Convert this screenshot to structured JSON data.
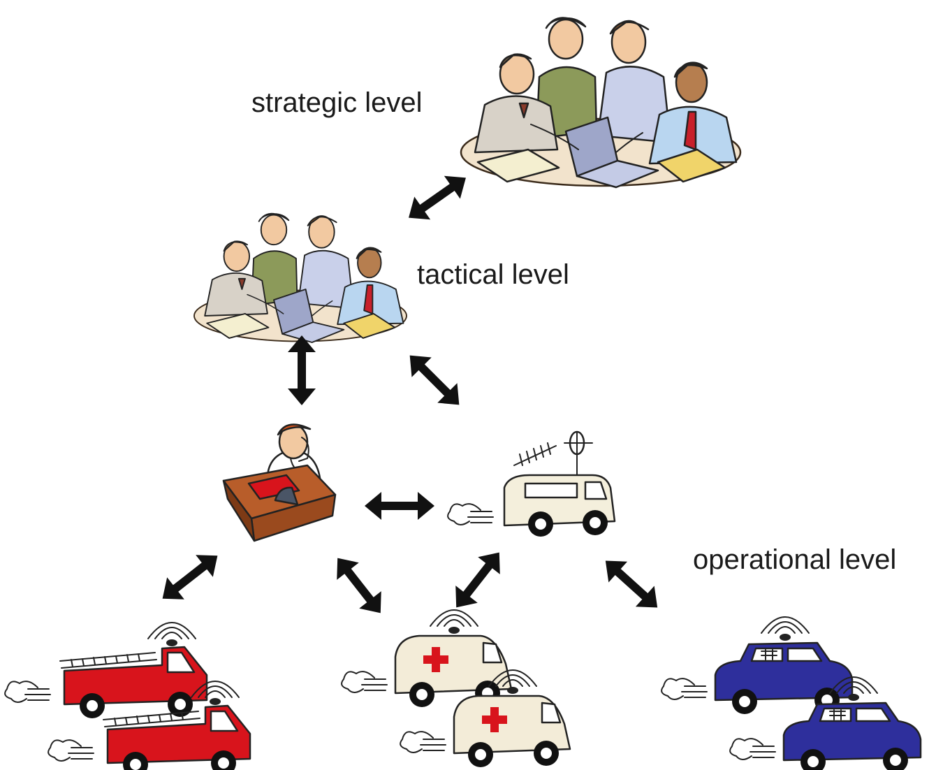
{
  "labels": {
    "strategic": "strategic level",
    "tactical": "tactical level",
    "operational": "operational level"
  },
  "icons": {
    "strategic_team": "meeting-team-icon",
    "tactical_team": "meeting-team-icon",
    "dispatcher": "dispatcher-at-desk-icon",
    "command_van": "command-van-with-antenna-icon",
    "fire_engine": "fire-engine-icon",
    "ambulance": "ambulance-icon",
    "police_car": "police-car-icon",
    "arrow": "double-headed-arrow-icon"
  },
  "colors": {
    "fire_engine": "#d8141c",
    "ambulance_body": "#f3ecd8",
    "ambulance_cross": "#d8141c",
    "police_car": "#2e2f9c",
    "command_van": "#f4efdc",
    "desk": "#9a4a1e",
    "arrow": "#111111"
  }
}
